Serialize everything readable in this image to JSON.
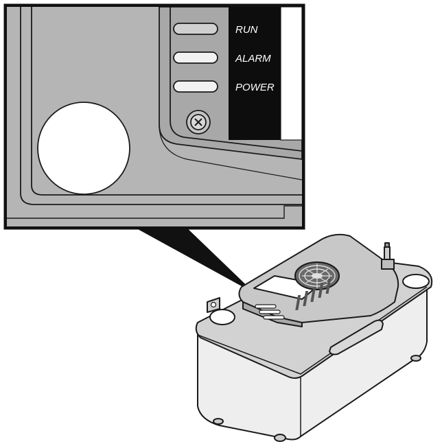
{
  "indicator_labels": {
    "run": "RUN",
    "alarm": "ALARM",
    "power": "POWER"
  },
  "colors": {
    "outline": "#1a1a1a",
    "panel_gray": "#b3b3b3",
    "label_panel": "#0d0d0d",
    "pump_body": "#c9c9c9",
    "reservoir": "#f0f0f0"
  },
  "icons": [
    "screw-icon",
    "fan-grille-icon",
    "mounting-bracket-icon"
  ]
}
